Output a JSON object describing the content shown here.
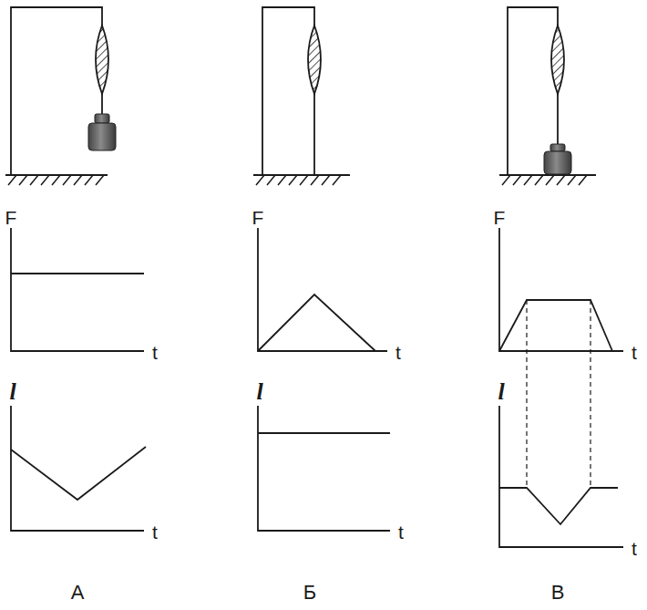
{
  "diagram": {
    "labels": [
      "F",
      "t",
      "l",
      "t",
      "F",
      "t",
      "l",
      "t",
      "F",
      "t",
      "l",
      "t",
      "А",
      "Б",
      "В"
    ]
  }
}
